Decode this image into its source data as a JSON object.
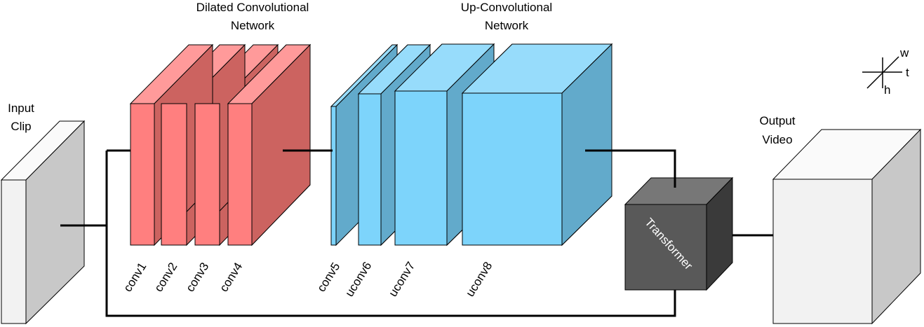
{
  "titles": {
    "dilated_line1": "Dilated Convolutional",
    "dilated_line2": "Network",
    "upconv_line1": "Up-Convolutional",
    "upconv_line2": "Network"
  },
  "input": {
    "line1": "Input",
    "line2": "Clip"
  },
  "output": {
    "line1": "Output",
    "line2": "Video"
  },
  "transformer": {
    "label": "Transformer"
  },
  "axes": {
    "w": "w",
    "t": "t",
    "h": "h"
  },
  "layers": {
    "conv1": "conv1",
    "conv2": "conv2",
    "conv3": "conv3",
    "conv4": "conv4",
    "conv5": "conv5",
    "uconv6": "uconv6",
    "uconv7": "uconv7",
    "uconv8": "uconv8"
  },
  "colors": {
    "conv_front": "#ff7f7f",
    "conv_top": "#ff9a9a",
    "conv_side": "#cc6360",
    "up_front": "#7dd4fb",
    "up_top": "#97dcfb",
    "up_side": "#62aacb",
    "transformer_front": "#595959",
    "transformer_top": "#777777",
    "transformer_side": "#3a3a3a",
    "clip_front": "#f2f2f2",
    "clip_side": "#c8c8c8"
  }
}
